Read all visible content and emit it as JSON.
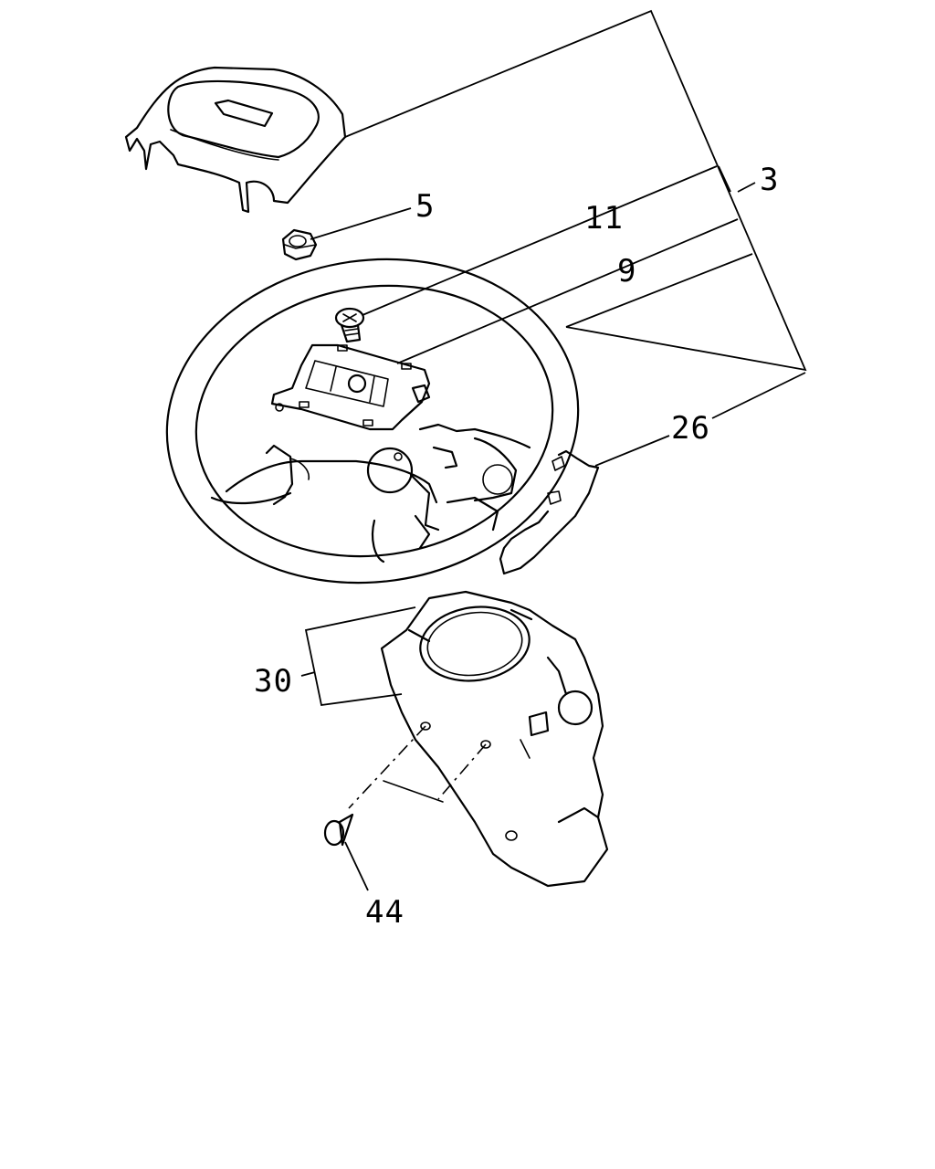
{
  "callouts": {
    "part_3": "3",
    "part_5": "5",
    "part_9": "9",
    "part_11": "11",
    "part_26": "26",
    "part_30": "30",
    "part_44": "44"
  }
}
